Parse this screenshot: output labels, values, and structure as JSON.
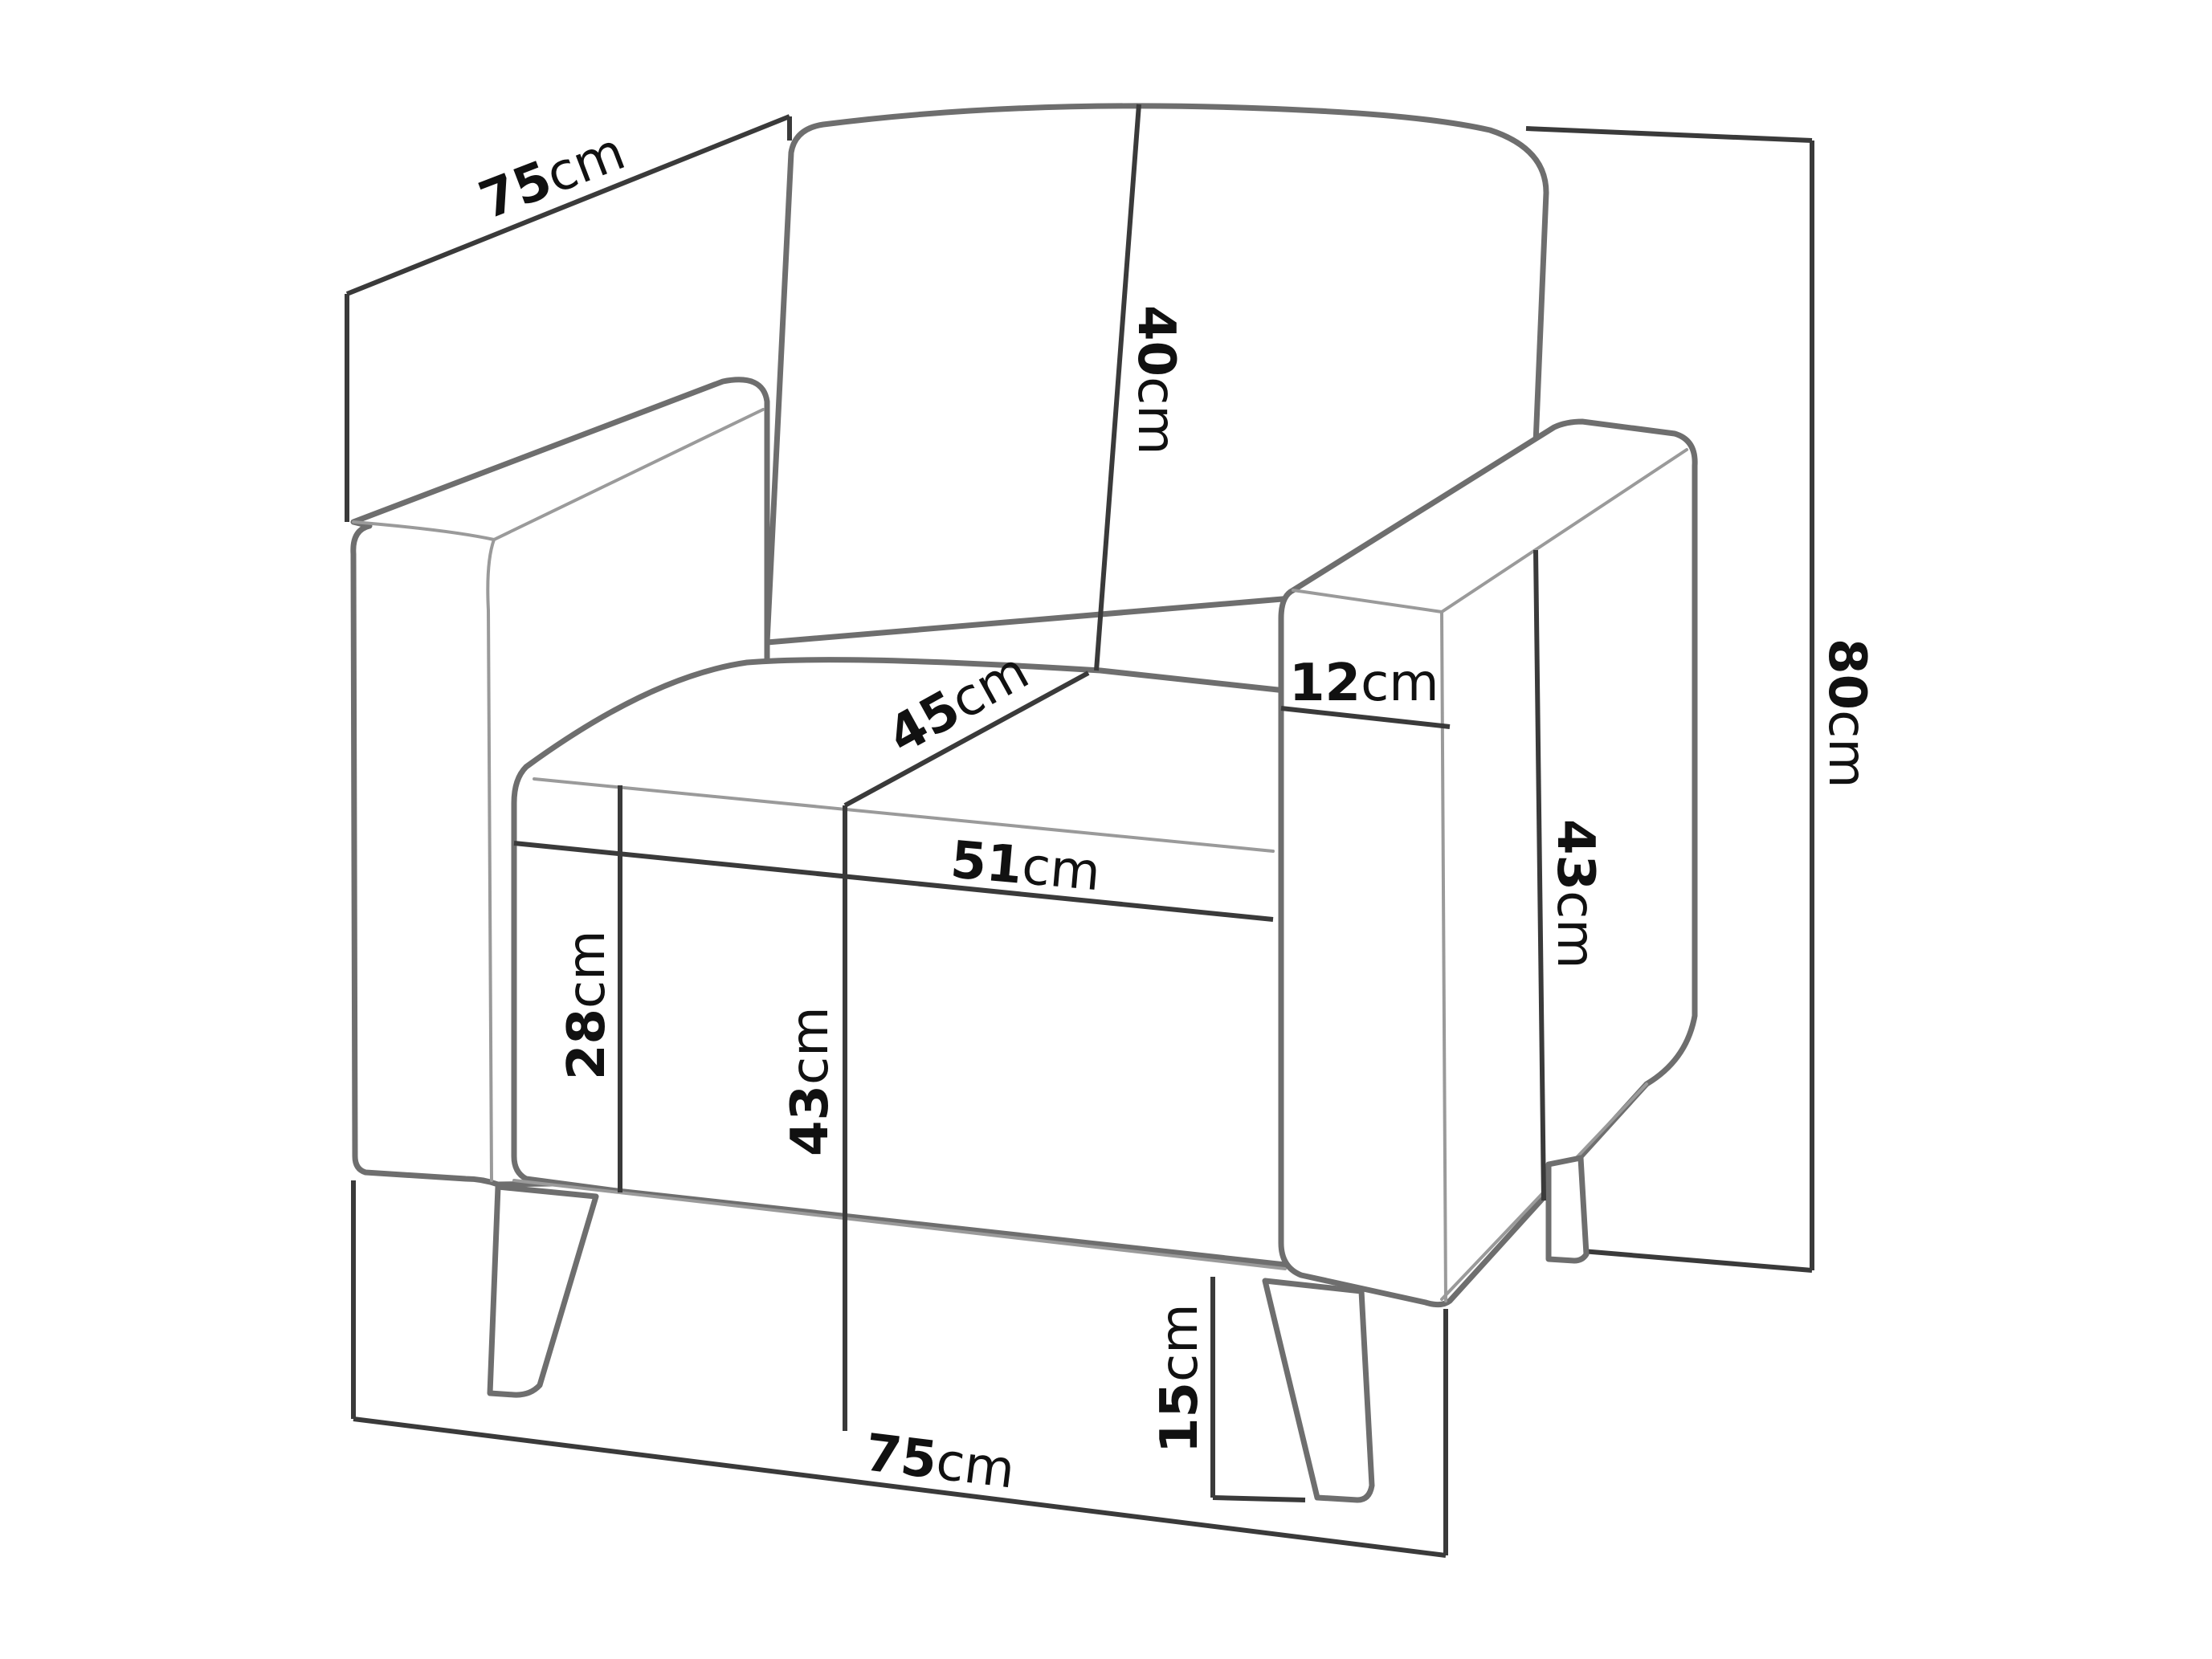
{
  "unit": "cm",
  "colors": {
    "outline": "#6e6e6e",
    "dimension_line": "#3a3a3a",
    "text": "#111111",
    "background": "#ffffff"
  },
  "dimensions": {
    "depth_top": "75",
    "backrest_height": "40",
    "seat_depth": "45",
    "armrest_width": "12",
    "total_height": "80",
    "seat_width": "51",
    "seat_cushion_height": "28",
    "seat_height": "43",
    "armrest_height": "43",
    "leg_height": "15",
    "total_width": "75"
  }
}
